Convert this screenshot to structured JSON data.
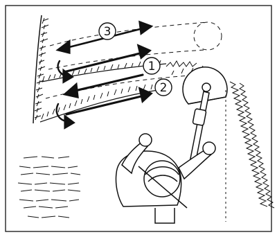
{
  "illustration": {
    "callouts": [
      {
        "number": "1"
      },
      {
        "number": "2"
      },
      {
        "number": "3"
      }
    ],
    "colors": {
      "ink": "#111111",
      "paper": "#ffffff"
    }
  }
}
